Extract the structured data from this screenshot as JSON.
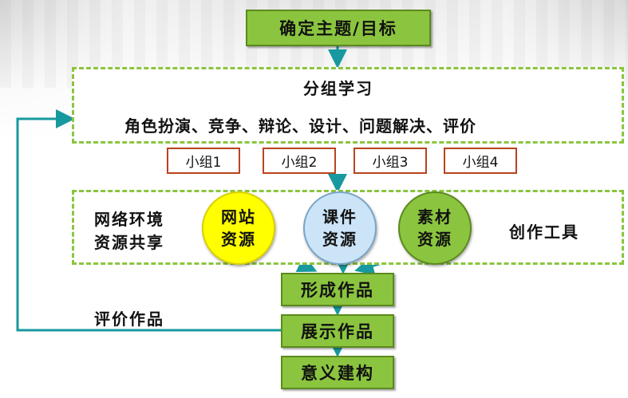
{
  "top": {
    "goal": "确定主题/目标"
  },
  "group_learning": {
    "title": "分组学习",
    "activities": "角色扮演、竞争、辩论、设计、问题解决、评价"
  },
  "groups": [
    "小组1",
    "小组2",
    "小组3",
    "小组4"
  ],
  "network": {
    "left_line1": "网络环境",
    "left_line2": "资源共享",
    "right_label": "创作工具",
    "resources": [
      {
        "line1": "网站",
        "line2": "资源",
        "color": "#ffff00"
      },
      {
        "line1": "课件",
        "line2": "资源",
        "color": "#cce4f7"
      },
      {
        "line1": "素材",
        "line2": "资源",
        "color": "#8bc53f"
      }
    ]
  },
  "steps": [
    "形成作品",
    "展示作品",
    "意义建构"
  ],
  "feedback_label": "评价作品",
  "colors": {
    "green": "#8bc53f",
    "teal": "#17999f",
    "group_border": "#b8441f"
  }
}
